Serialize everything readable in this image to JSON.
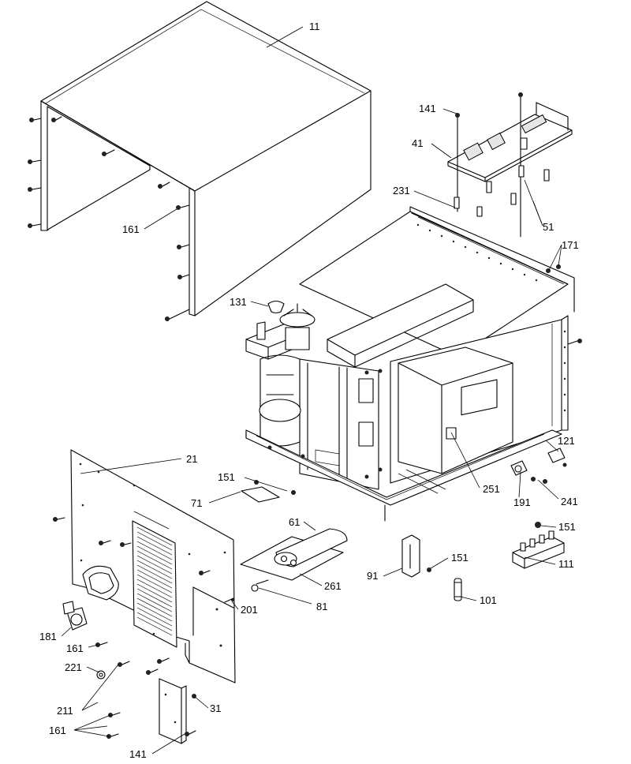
{
  "diagram": {
    "labels": {
      "p11": "11",
      "p141a": "141",
      "p41": "41",
      "p231": "231",
      "p51": "51",
      "p171": "171",
      "p161a": "161",
      "p131": "131",
      "p21": "21",
      "p151a": "151",
      "p71": "71",
      "p61": "61",
      "p251": "251",
      "p191": "191",
      "p121": "121",
      "p241": "241",
      "p151b": "151",
      "p111": "111",
      "p151c": "151",
      "p91": "91",
      "p101": "101",
      "p261": "261",
      "p201": "201",
      "p81": "81",
      "p181": "181",
      "p161b": "161",
      "p221": "221",
      "p211": "211",
      "p31": "31",
      "p161c": "161",
      "p141b": "141"
    }
  }
}
